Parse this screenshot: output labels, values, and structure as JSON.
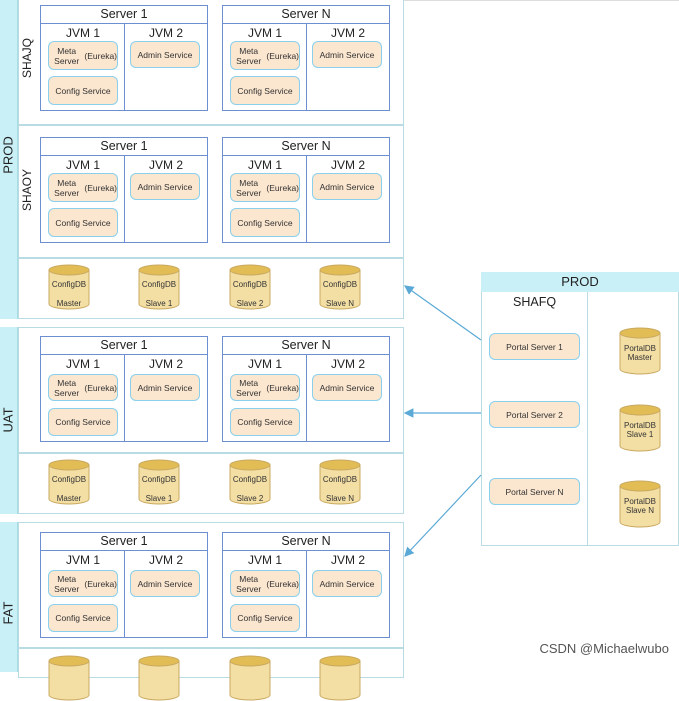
{
  "sections": {
    "prod": {
      "label": "PROD"
    },
    "uat": {
      "label": "UAT"
    },
    "fat": {
      "label": "FAT"
    }
  },
  "datacenters": {
    "shajq": "SHAJQ",
    "shaoy": "SHAOY",
    "shafq": "SHAFQ"
  },
  "server": {
    "first": "Server 1",
    "last": "Server N",
    "jvm1": "JVM 1",
    "jvm2": "JVM 2",
    "meta_l1": "Meta Server",
    "meta_l2": "(Eureka)",
    "config": "Config Service",
    "admin": "Admin Service"
  },
  "configdb": {
    "name": "ConfigDB",
    "roles": [
      "Master",
      "Slave 1",
      "Slave 2",
      "Slave N"
    ]
  },
  "portal_env": {
    "title": "PROD",
    "dc": "SHAFQ",
    "servers": [
      "Portal Server 1",
      "Portal Server 2",
      "Portal Server N"
    ],
    "dbs": [
      {
        "l1": "PortalDB",
        "l2": "Master"
      },
      {
        "l1": "PortalDB",
        "l2": "Slave 1"
      },
      {
        "l1": "PortalDB",
        "l2": "Slave N"
      }
    ]
  },
  "watermark": "CSDN @Michaelwubo"
}
